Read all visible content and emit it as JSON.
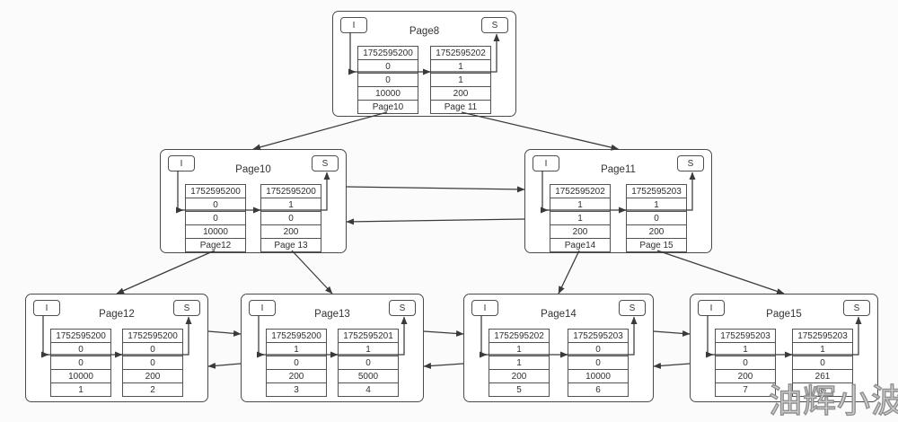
{
  "watermark": "油辉小波",
  "pages": [
    {
      "id": "Page8",
      "title": "Page8",
      "infimum_label": "I",
      "supremum_label": "S",
      "tables": [
        {
          "rows": [
            "1752595200",
            "0",
            "0",
            "10000",
            "Page10"
          ]
        },
        {
          "rows": [
            "1752595202",
            "1",
            "1",
            "200",
            "Page 11"
          ]
        }
      ]
    },
    {
      "id": "Page10",
      "title": "Page10",
      "infimum_label": "I",
      "supremum_label": "S",
      "tables": [
        {
          "rows": [
            "1752595200",
            "0",
            "0",
            "10000",
            "Page12"
          ]
        },
        {
          "rows": [
            "1752595200",
            "1",
            "0",
            "200",
            "Page 13"
          ]
        }
      ]
    },
    {
      "id": "Page11",
      "title": "Page11",
      "infimum_label": "I",
      "supremum_label": "S",
      "tables": [
        {
          "rows": [
            "1752595202",
            "1",
            "1",
            "200",
            "Page14"
          ]
        },
        {
          "rows": [
            "1752595203",
            "1",
            "0",
            "200",
            "Page 15"
          ]
        }
      ]
    },
    {
      "id": "Page12",
      "title": "Page12",
      "infimum_label": "I",
      "supremum_label": "S",
      "tables": [
        {
          "rows": [
            "1752595200",
            "0",
            "0",
            "10000",
            "1"
          ]
        },
        {
          "rows": [
            "1752595200",
            "0",
            "0",
            "200",
            "2"
          ]
        }
      ]
    },
    {
      "id": "Page13",
      "title": "Page13",
      "infimum_label": "I",
      "supremum_label": "S",
      "tables": [
        {
          "rows": [
            "1752595200",
            "1",
            "0",
            "200",
            "3"
          ]
        },
        {
          "rows": [
            "1752595201",
            "1",
            "0",
            "5000",
            "4"
          ]
        }
      ]
    },
    {
      "id": "Page14",
      "title": "Page14",
      "infimum_label": "I",
      "supremum_label": "S",
      "tables": [
        {
          "rows": [
            "1752595202",
            "1",
            "1",
            "200",
            "5"
          ]
        },
        {
          "rows": [
            "1752595203",
            "0",
            "0",
            "10000",
            "6"
          ]
        }
      ]
    },
    {
      "id": "Page15",
      "title": "Page15",
      "infimum_label": "I",
      "supremum_label": "S",
      "tables": [
        {
          "rows": [
            "1752595203",
            "1",
            "0",
            "200",
            "7"
          ]
        },
        {
          "rows": [
            "1752595203",
            "1",
            "0",
            "261",
            "8"
          ]
        }
      ]
    }
  ],
  "edges": {
    "parent_child": [
      {
        "from_page": "Page8",
        "from_table": 0,
        "from_cell": "Page10",
        "to_page": "Page10"
      },
      {
        "from_page": "Page8",
        "from_table": 1,
        "from_cell": "Page 11",
        "to_page": "Page11"
      },
      {
        "from_page": "Page10",
        "from_table": 0,
        "from_cell": "Page12",
        "to_page": "Page12"
      },
      {
        "from_page": "Page10",
        "from_table": 1,
        "from_cell": "Page 13",
        "to_page": "Page13"
      },
      {
        "from_page": "Page11",
        "from_table": 0,
        "from_cell": "Page14",
        "to_page": "Page14"
      },
      {
        "from_page": "Page11",
        "from_table": 1,
        "from_cell": "Page 15",
        "to_page": "Page15"
      }
    ],
    "sibling": [
      {
        "a": "Page10",
        "b": "Page11"
      },
      {
        "a": "Page12",
        "b": "Page13"
      },
      {
        "a": "Page13",
        "b": "Page14"
      },
      {
        "a": "Page14",
        "b": "Page15"
      }
    ]
  },
  "colors": {
    "line": "#3a3a3a",
    "box_border": "#4a4a4a",
    "watermark": "#8f8f8f"
  }
}
